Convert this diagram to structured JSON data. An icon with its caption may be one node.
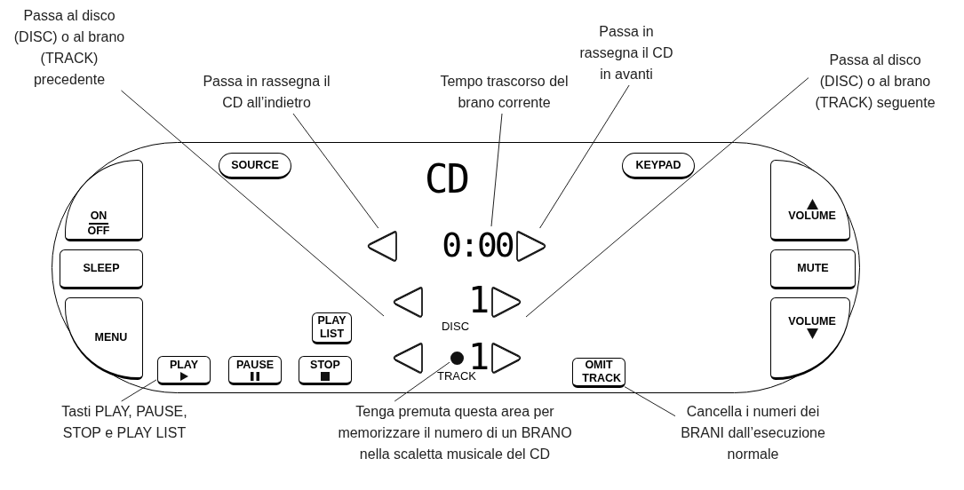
{
  "diagram": {
    "nodes": [
      {
        "text": [
          "Passa al disco (DISC) o al brano (TRACK) precedente"
        ]
      },
      {
        "text": [
          "Passa in rassegna il CD all’indietro"
        ]
      },
      {
        "text": [
          "Tempo trascorso del brano corrente"
        ]
      },
      {
        "text": [
          "Passa in rassegna il CD in avanti"
        ]
      },
      {
        "text": [
          "Passa al disco (DISC) o al brano (TRACK) seguente"
        ]
      },
      {
        "text": [],
        "shape": "box"
      },
      {
        "text": [
          "SOURCE"
        ],
        "in": 5
      },
      {
        "text": [
          "KEYPAD"
        ],
        "in": 5
      },
      {
        "text": [
          "ON OFF"
        ],
        "in": 5
      },
      {
        "text": [
          "VOLUME"
        ],
        "in": 5
      },
      {
        "text": [],
        "shape": "triangle",
        "in": 5
      },
      {
        "text": [
          "0:00"
        ],
        "in": 5
      },
      {
        "text": [],
        "shape": "triangle",
        "in": 5
      },
      {
        "text": [
          "SLEEP"
        ],
        "in": 5
      },
      {
        "text": [
          "MUTE"
        ],
        "in": 5
      },
      {
        "text": [],
        "shape": "triangle",
        "in": 5
      },
      {
        "text": [],
        "shape": "triangle",
        "in": 5
      },
      {
        "text": [
          "MENU"
        ],
        "in": 5
      },
      {
        "text": [
          "PLAY LIST"
        ],
        "in": 5
      },
      {
        "text": [
          "VOLUME"
        ],
        "in": 5
      },
      {
        "text": [],
        "shape": "triangle",
        "in": 5
      },
      {
        "text": [],
        "shape": "circle",
        "in": 5
      },
      {
        "text": [],
        "shape": "triangle",
        "in": 5
      },
      {
        "text": [
          "PLAY"
        ],
        "in": 5
      },
      {
        "text": [
          "PAUSE"
        ],
        "in": 5
      },
      {
        "text": [
          "STOP"
        ],
        "in": 5
      },
      {
        "text": [
          "OMIT TRACK"
        ],
        "in": 5
      },
      {
        "text": [
          "Tasti PLAY, PAUSE, STOP e PLAY LIST"
        ]
      },
      {
        "text": [
          "Tenga premuta questa area per memorizzare il numero di un BRANO nella scaletta musicale del CD"
        ]
      },
      {
        "text": [
          "Cancella i numeri dei BRANI dall’esecuzione normale"
        ]
      }
    ],
    "edges": [
      {
        "from": 0,
        "to": null,
        "arrow": "none"
      },
      {
        "from": 1,
        "to": 10,
        "arrow": "none"
      },
      {
        "from": 2,
        "to": 11,
        "arrow": "none"
      },
      {
        "from": 3,
        "to": 12,
        "arrow": "none"
      },
      {
        "from": 4,
        "to": null,
        "arrow": "none"
      },
      {
        "from": 27,
        "to": 23,
        "arrow": "none"
      },
      {
        "from": 28,
        "to": 21,
        "arrow": "none"
      },
      {
        "from": 29,
        "to": 26,
        "arrow": "none"
      }
    ],
    "labels": [
      "CD",
      "1",
      "DISC",
      "1",
      "TRACK"
    ]
  }
}
